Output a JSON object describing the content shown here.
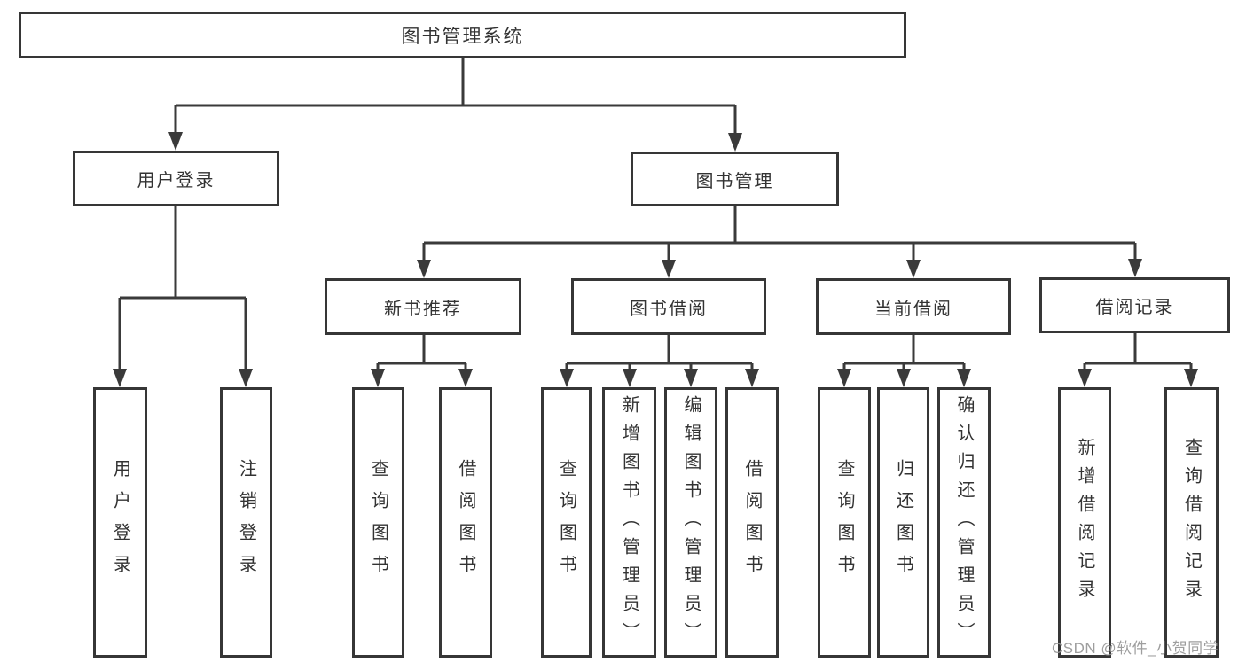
{
  "diagram": {
    "root": "图书管理系统",
    "level2": {
      "user_login": "用户登录",
      "book_management": "图书管理"
    },
    "level3": [
      "新书推荐",
      "图书借阅",
      "当前借阅",
      "借阅记录"
    ],
    "leaves": {
      "user_login_group": [
        "用户登录",
        "注销登录"
      ],
      "new_book_group": [
        "查询图书",
        "借阅图书"
      ],
      "book_borrow_group": [
        "查询图书",
        "新增图书（管理员）",
        "编辑图书（管理员）",
        "借阅图书"
      ],
      "current_borrow_group": [
        "查询图书",
        "归还图书",
        "确认归还（管理员）"
      ],
      "borrow_record_group": [
        "新增借阅记录",
        "查询借阅记录"
      ]
    },
    "watermark": "CSDN @软件_小贺同学",
    "colors": {
      "line": "#3a3a3a",
      "box_border": "#363636",
      "text": "#333333",
      "watermark": "#969696",
      "background": "#ffffff"
    }
  }
}
